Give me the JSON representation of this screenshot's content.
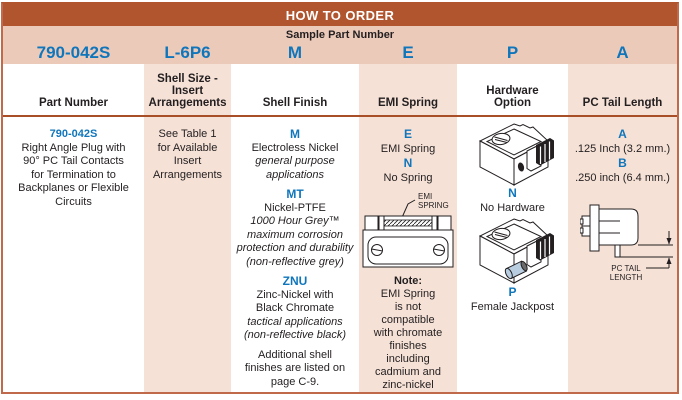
{
  "colors": {
    "header_bar": "#b1552f",
    "sample_band": "#eccaba",
    "column_stripe": "#f5e1d6",
    "outer_border": "#c1694b",
    "header_underline": "#a94f28",
    "accent_blue": "#1076bc",
    "text": "#231f20"
  },
  "title": "HOW TO ORDER",
  "sample_label": "Sample Part Number",
  "codes": {
    "part_number": "790-042S",
    "shell_size": "L-6P6",
    "shell_finish": "M",
    "emi_spring": "E",
    "hardware": "P",
    "pc_tail": "A"
  },
  "headers": {
    "part_number": "Part Number",
    "shell_size_lines": [
      "Shell Size -",
      "Insert",
      "Arrangements"
    ],
    "shell_finish": "Shell Finish",
    "emi_spring": "EMI Spring",
    "hardware_lines": [
      "Hardware",
      "Option"
    ],
    "pc_tail": "PC Tail Length"
  },
  "part_number_col": {
    "code": "790-042S",
    "desc_lines": [
      "Right Angle Plug with",
      "90° PC Tail Contacts",
      "for Termination to",
      "Backplanes or Flexible",
      "Circuits"
    ]
  },
  "shell_size_col": {
    "lines": [
      "See Table 1",
      "for Available",
      "Insert",
      "Arrangements"
    ]
  },
  "shell_finish_col": {
    "options": [
      {
        "code": "M",
        "name_lines": [
          "Electroless Nickel"
        ],
        "italic_lines": [
          "general purpose",
          "applications"
        ]
      },
      {
        "code": "MT",
        "name_lines": [
          "Nickel-PTFE"
        ],
        "italic_lines": [
          "1000 Hour Grey™",
          "maximum corrosion",
          "protection and durability",
          "(non-reflective grey)"
        ]
      },
      {
        "code": "ZNU",
        "name_lines": [
          "Zinc-Nickel with",
          "Black Chromate"
        ],
        "italic_lines": [
          "tactical applications",
          "(non-reflective black)"
        ]
      }
    ],
    "footer_lines": [
      "Additional shell",
      "finishes are listed on",
      "page C-9."
    ]
  },
  "emi_spring_col": {
    "option_e_code": "E",
    "option_e_label": "EMI Spring",
    "option_n_code": "N",
    "option_n_label": "No Spring",
    "drawing_label_line1": "EMI",
    "drawing_label_line2": "SPRING",
    "note_title": "Note:",
    "note_lines": [
      "EMI Spring",
      "is not",
      "compatible",
      "with chromate",
      "finishes",
      "including",
      "cadmium and",
      "zinc-nickel"
    ]
  },
  "hardware_col": {
    "option_n_code": "N",
    "option_n_label": "No Hardware",
    "option_p_code": "P",
    "option_p_label": "Female Jackpost"
  },
  "pc_tail_col": {
    "option_a_code": "A",
    "option_a_label": ".125 Inch (3.2 mm.)",
    "option_b_code": "B",
    "option_b_label": ".250 inch (6.4 mm.)",
    "drawing_label_line1": "PC TAIL",
    "drawing_label_line2": "LENGTH"
  }
}
